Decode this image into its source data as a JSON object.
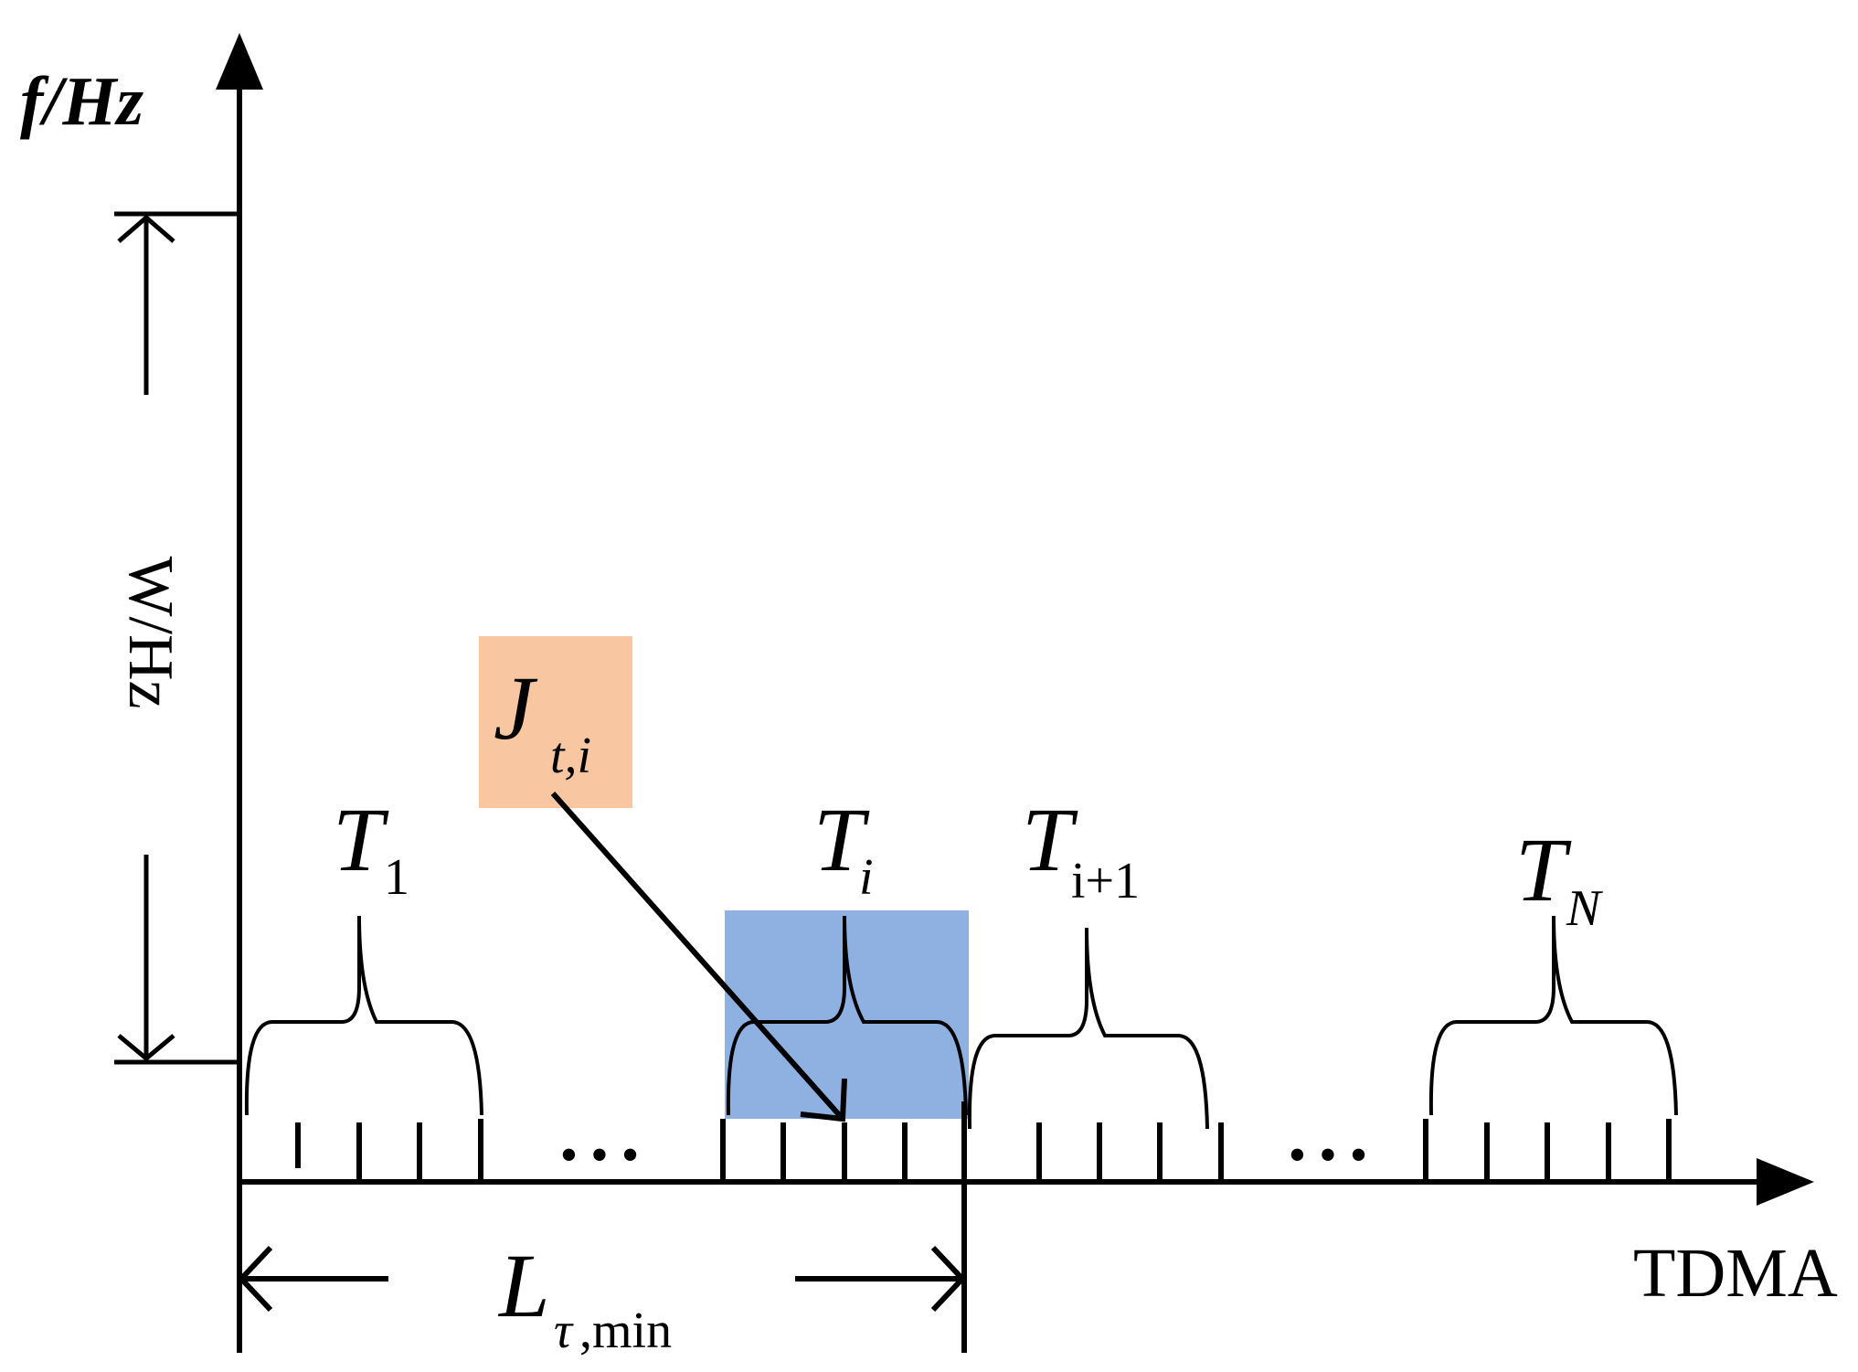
{
  "axes": {
    "y_label": "f/Hz",
    "x_label": "TDMA"
  },
  "bandwidth": {
    "label": "W/Hz"
  },
  "jammer": {
    "symbol": "J",
    "subscript": "t,i",
    "color": "#F8C6A0"
  },
  "target_slot": {
    "color": "#8FB1E2"
  },
  "frames": [
    {
      "symbol": "T",
      "subscript": "1"
    },
    {
      "symbol": "T",
      "subscript": "i"
    },
    {
      "symbol": "T",
      "subscript": "i+1"
    },
    {
      "symbol": "T",
      "subscript": "N"
    }
  ],
  "ellipsis": "• • •",
  "duration": {
    "symbol": "L",
    "subscript_greek": "τ",
    "subscript_rest": ",min"
  }
}
